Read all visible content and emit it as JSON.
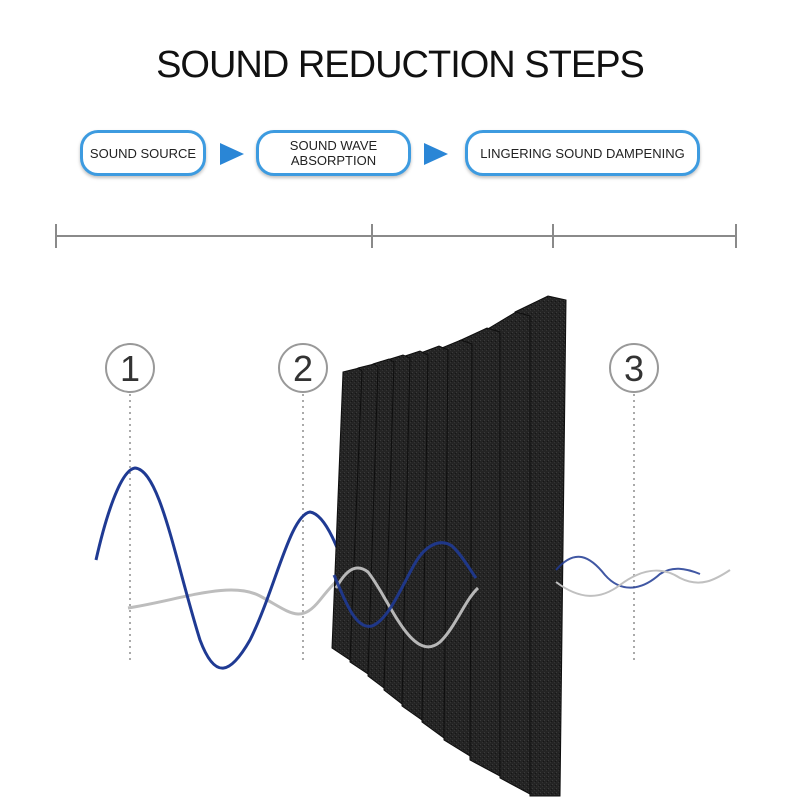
{
  "title": "SOUND REDUCTION STEPS",
  "steps": [
    {
      "lines": [
        "SOUND SOURCE"
      ]
    },
    {
      "lines": [
        "SOUND  WAVE",
        "ABSORPTION"
      ]
    },
    {
      "lines": [
        "LINGERING SOUND DAMPENING"
      ]
    }
  ],
  "markers": [
    "1",
    "2",
    "3"
  ],
  "colors": {
    "step_border": "#3d9be0",
    "arrow": "#2a86d6",
    "wave_primary": "#1f3a93",
    "wave_secondary": "#b5b5b5",
    "foam": "#1f1f1f"
  }
}
